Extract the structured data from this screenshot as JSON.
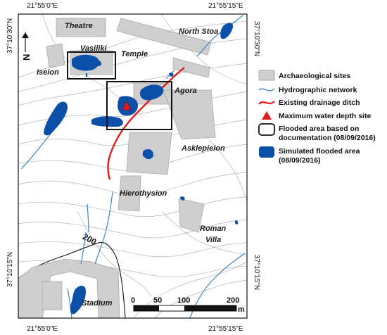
{
  "map": {
    "coords": {
      "top_left": "21°55'0\"E",
      "top_right": "21°55'15\"E",
      "bottom_left": "21°55'0\"E",
      "bottom_right": "21°55'15\"E",
      "left_top": "37°10'30\"N",
      "left_bottom": "37°10'15\"N",
      "right_top": "37°10'30\"N",
      "right_bottom": "37°10'15\"N"
    },
    "sites": {
      "theatre": "Theatre",
      "north_stoa": "North Stoa",
      "vasiliki": "Vasiliki",
      "temple": "Temple",
      "iseion": "Iseion",
      "agora": "Agora",
      "asklepieion": "Asklepieion",
      "hierothysion": "Hierothysion",
      "roman": "Roman",
      "villa": "Villa",
      "stadium": "Stadium"
    },
    "contour_label": "200",
    "north_letter": "N",
    "scalebar": {
      "ticks": [
        "0",
        "50",
        "100",
        "200"
      ],
      "unit": "m"
    }
  },
  "legend": {
    "items": [
      {
        "icon": "archaeological-site-swatch",
        "label": "Archaeological sites",
        "color": "#cfcfcf"
      },
      {
        "icon": "hydrographic-line",
        "label": "Hydrographic network",
        "color": "#3d85c6"
      },
      {
        "icon": "drainage-ditch-line",
        "label": "Existing drainage ditch",
        "color": "#e31a1c"
      },
      {
        "icon": "red-triangle-icon",
        "label": "Maximum water depth site",
        "color": "#e31a1c"
      },
      {
        "icon": "black-outline-box",
        "label_line1": "Flooded area based on",
        "label_line2": "documentation (08/09/2016)"
      },
      {
        "icon": "blue-flood-swatch",
        "label_line1": "Simulated flooded area",
        "label_line2": "(08/09/2016)",
        "color": "#0b4fa8"
      }
    ]
  }
}
